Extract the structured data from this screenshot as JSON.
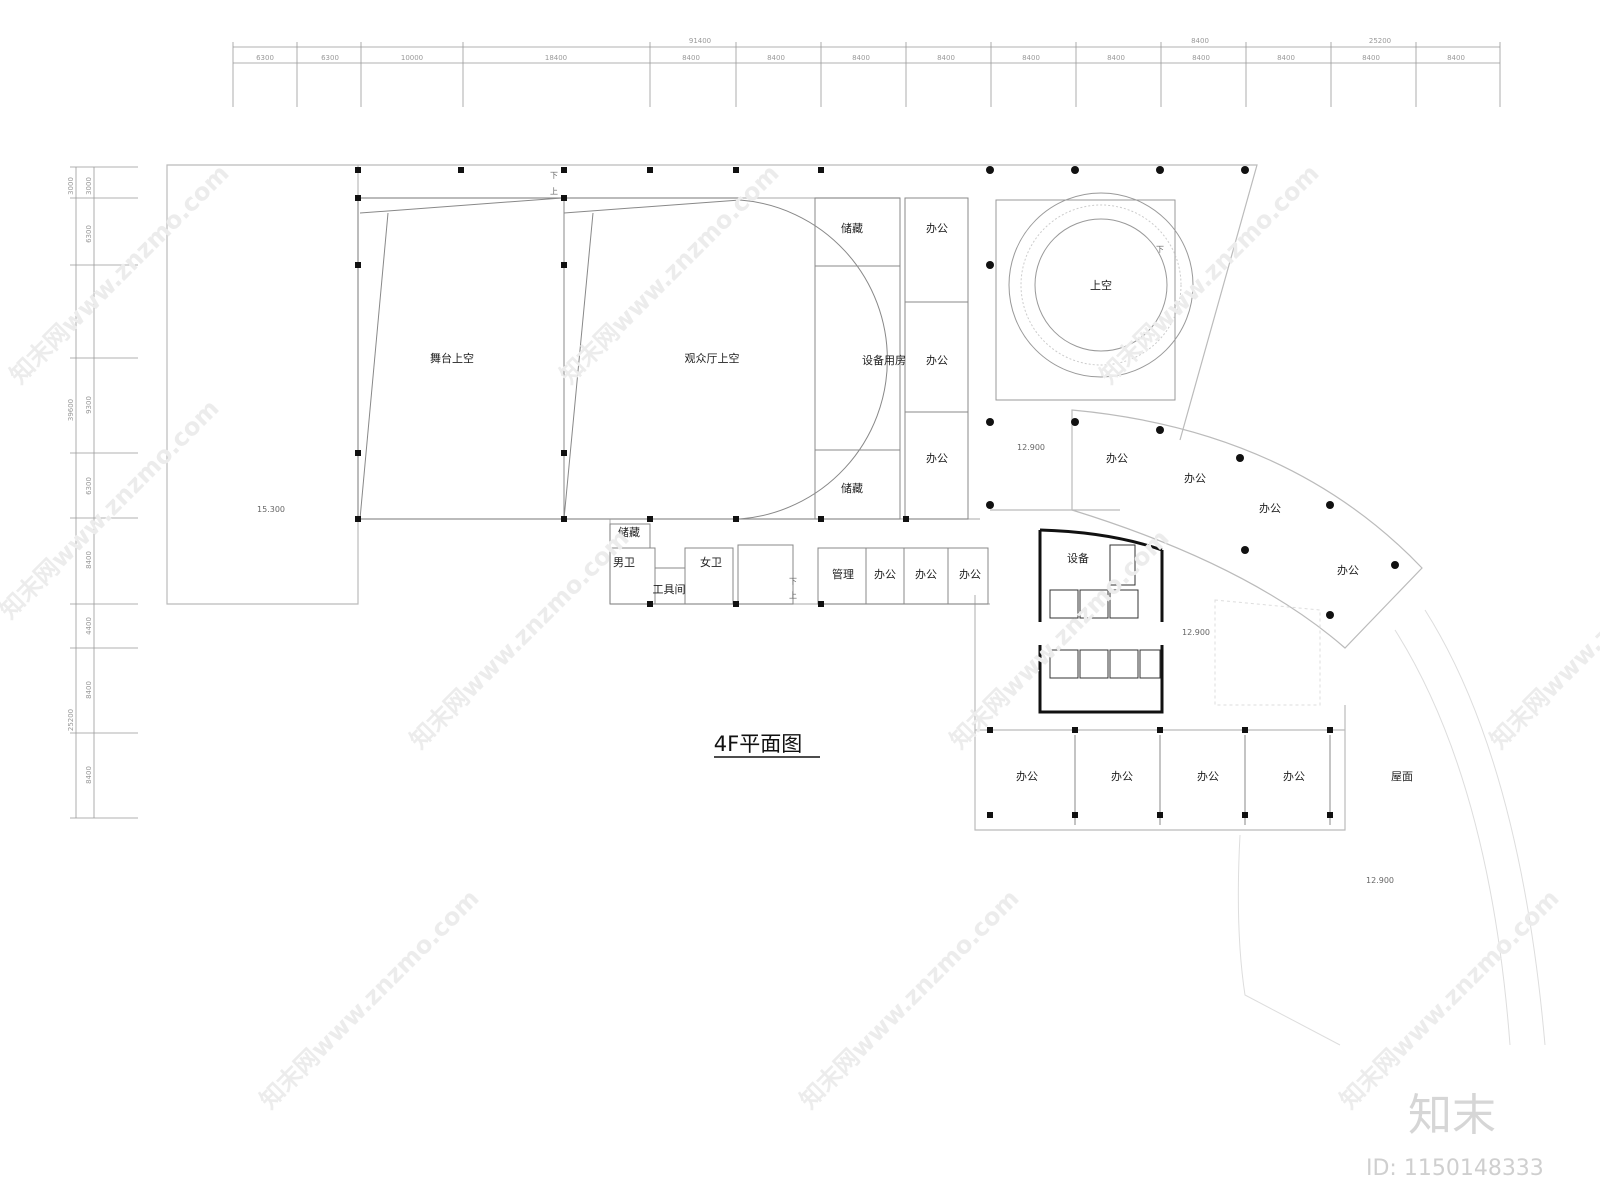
{
  "drawing": {
    "title": "4F平面图",
    "top_total_dims": [
      "91400",
      "8400",
      "25200"
    ],
    "top_dims": [
      "6300",
      "6300",
      "10000",
      "18400",
      "8400",
      "8400",
      "8400",
      "8400",
      "8400",
      "8400",
      "8400",
      "8400",
      "8400",
      "8400"
    ],
    "left_total_dims": [
      "39600",
      "25200"
    ],
    "left_dims": [
      "3000",
      "3000",
      "6300",
      "9300",
      "6300",
      "8400",
      "4400",
      "8400",
      "8400"
    ],
    "elevations": [
      "15.300",
      "12.900",
      "12.900",
      "12.900"
    ],
    "stair_marks": {
      "down": "下",
      "up": "上"
    },
    "rooms": {
      "stage_void": "舞台上空",
      "auditorium_void": "观众厅上空",
      "storage_1": "储藏",
      "storage_2": "储藏",
      "equipment_room": "设备用房",
      "office_a1": "办公",
      "office_a2": "办公",
      "office_a3": "办公",
      "atrium_void": "上空",
      "office_c1": "办公",
      "office_c2": "办公",
      "office_c3": "办公",
      "office_c4": "办公",
      "storage_3": "储藏",
      "mens_wc": "男卫",
      "womens_wc": "女卫",
      "janitor": "工具间",
      "management": "管理",
      "office_b1": "办公",
      "office_b2": "办公",
      "office_b3": "办公",
      "equipment": "设备",
      "office_d1": "办公",
      "office_d2": "办公",
      "office_d3": "办公",
      "office_d4": "办公",
      "roof": "屋面"
    }
  },
  "watermark": {
    "text": "知末网www.znzmo.com",
    "brand": "知末",
    "image_id": "ID: 1150148333"
  }
}
